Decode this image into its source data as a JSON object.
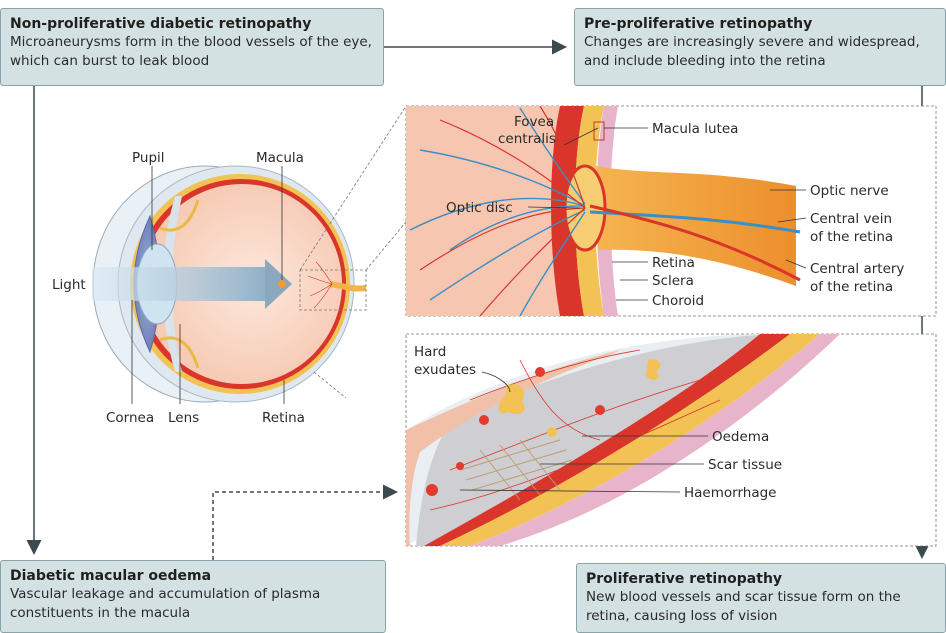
{
  "boxes": {
    "npdr": {
      "title": "Non-proliferative diabetic retinopathy",
      "desc": "Microaneurysms form in the blood vessels of the eye, which can burst to leak blood"
    },
    "ppr": {
      "title": "Pre-proliferative retinopathy",
      "desc": "Changes are increasingly severe and widespread, and include bleeding into the retina"
    },
    "dme": {
      "title": "Diabetic macular oedema",
      "desc": "Vascular leakage and accumulation of plasma constituents in the macula"
    },
    "pr": {
      "title": "Proliferative retinopathy",
      "desc": "New blood vessels and scar tissue form on the retina, causing loss of vision"
    }
  },
  "eye_labels": {
    "pupil": "Pupil",
    "macula": "Macula",
    "light": "Light",
    "cornea": "Cornea",
    "lens": "Lens",
    "retina": "Retina"
  },
  "inset_top_labels": {
    "fovea": "Fovea",
    "centralis": "centralis",
    "macula_lutea": "Macula lutea",
    "optic_disc": "Optic disc",
    "optic_nerve": "Optic nerve",
    "central_vein_1": "Central vein",
    "central_vein_2": "of the retina",
    "central_artery_1": "Central artery",
    "central_artery_2": "of the retina",
    "retina": "Retina",
    "sclera": "Sclera",
    "choroid": "Choroid"
  },
  "inset_bottom_labels": {
    "hard": "Hard",
    "exudates": "exudates",
    "oedema": "Oedema",
    "scar_tissue": "Scar tissue",
    "haemorrhage": "Haemorrhage"
  },
  "colors": {
    "box_fill": "#d4e1e3",
    "box_border": "#8aa3a8",
    "arrow": "#3a4a4f",
    "retina_red": "#d9352b",
    "vessel_blue": "#3b8fc4",
    "nerve_orange": "#f0a640"
  }
}
